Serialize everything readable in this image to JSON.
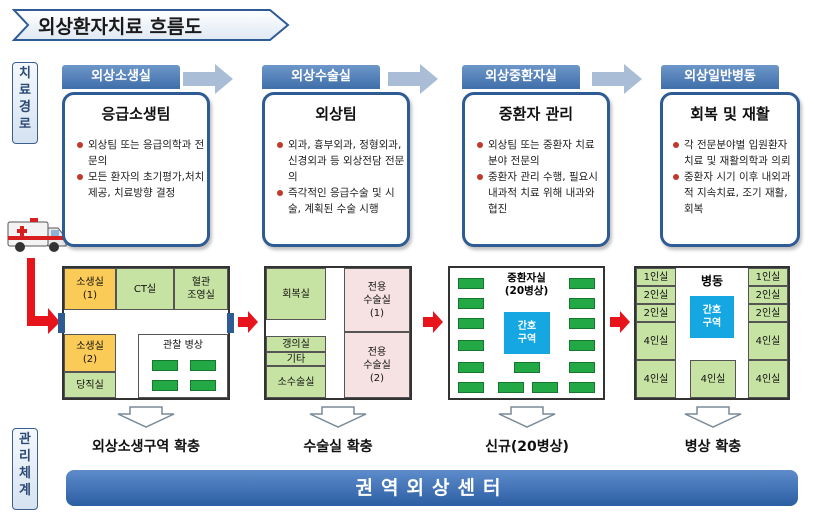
{
  "title": "외상환자치료 흐름도",
  "side_labels": {
    "treatment_path": [
      "치",
      "료",
      "경",
      "로"
    ],
    "management_system": [
      "관",
      "리",
      "체",
      "계"
    ]
  },
  "stages": [
    {
      "tag": "외상소생실",
      "card_title": "응급소생팀",
      "bullets": [
        "외상팀 또는 응급의학과 전문의",
        "모든 환자의 초기평가,처치 제공, 치료방향 결정"
      ],
      "result": "외상소생구역 확충"
    },
    {
      "tag": "외상수술실",
      "card_title": "외상팀",
      "bullets": [
        "외과, 흉부외과, 정형외과, 신경외과 등 외상전담 전문의",
        "즉각적인 응급수술 및 시술, 계획된 수술 시행"
      ],
      "result": "수술실 확충"
    },
    {
      "tag": "외상중환자실",
      "card_title": "중환자 관리",
      "bullets": [
        "외상팀 또는 중환자 치료 분야 전문의",
        "중환자 관리 수행, 필요시 내과적 치료 위해 내과와 협진"
      ],
      "result": "신규(20병상)"
    },
    {
      "tag": "외상일반병동",
      "card_title": "회복 및 재활",
      "bullets": [
        "각 전문분야별 입원환자 치료 및 재활의학과 의뢰",
        "중환자 시기 이후 내외과적 지속치료, 조기 재활, 회복"
      ],
      "result": "병상 확충"
    }
  ],
  "floorplans": {
    "resus": {
      "room1": "소생실\n(1)",
      "ct": "CT실",
      "angio": "혈관\n조영실",
      "room2": "소생실\n(2)",
      "duty": "당직실",
      "observation": "관찰 병상"
    },
    "surgery": {
      "recovery": "회복실",
      "dedicated1": "전용\n수술실\n(1)",
      "cast": "갱의실",
      "etc": "기타",
      "dedicated2": "전용\n수술실\n(2)",
      "minor": "소수술실"
    },
    "icu": {
      "title": "중환자실\n(20병상)",
      "nurse": "간호\n구역"
    },
    "ward": {
      "title": "병동",
      "nurse": "간호\n구역",
      "single": "1인실",
      "double": "2인실",
      "quad": "4인실"
    }
  },
  "center": "권역외상센터",
  "colors": {
    "accent_blue": "#2e5b93",
    "arrow_red": "#e8141b",
    "bed_green": "#22a845",
    "nurse_blue": "#14a7e2",
    "room_yellow": "#fbcb57"
  }
}
